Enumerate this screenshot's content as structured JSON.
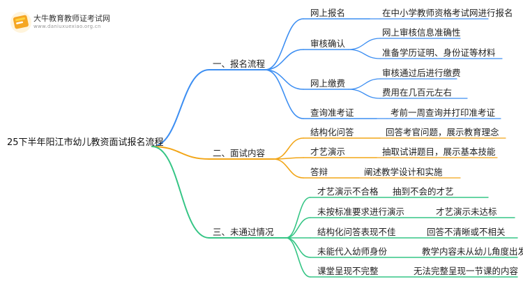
{
  "logo": {
    "title": "大牛教育教师证考试网",
    "url": "www.daniuxuexiao.org.cn"
  },
  "colors": {
    "blue": "#3c8ef2",
    "orange": "#f2a516",
    "green": "#35c585",
    "logo_orange": "#f5a623",
    "logo_yellow": "#ffd33d"
  },
  "mindmap": {
    "root": "25下半年阳江市幼儿教资面试报名流程",
    "branches": [
      {
        "label": "一、报名流程",
        "children": [
          {
            "label": "网上报名",
            "details": [
              "在中小学教师资格考试网进行报名"
            ]
          },
          {
            "label": "审核确认",
            "details": [
              "网上审核信息准确性",
              "准备学历证明、身份证等材料"
            ]
          },
          {
            "label": "网上缴费",
            "details": [
              "审核通过后进行缴费",
              "费用在几百元左右"
            ]
          },
          {
            "label": "查询准考证",
            "details": [
              "考前一周查询并打印准考证"
            ]
          }
        ]
      },
      {
        "label": "二、面试内容",
        "children": [
          {
            "label": "结构化问答",
            "details": [
              "回答考官问题，展示教育理念"
            ]
          },
          {
            "label": "才艺演示",
            "details": [
              "抽取试讲题目，展示基本技能"
            ]
          },
          {
            "label": "答辩",
            "details": [
              "阐述教学设计和实施"
            ]
          }
        ]
      },
      {
        "label": "三、未通过情况",
        "children": [
          {
            "label": "才艺演示不合格",
            "details": [
              "抽到不会的才艺"
            ]
          },
          {
            "label": "未按标准要求进行演示",
            "details": [
              "才艺演示未达标"
            ]
          },
          {
            "label": "结构化问答表现不佳",
            "details": [
              "回答不清晰或不相关"
            ]
          },
          {
            "label": "未能代入幼师身份",
            "details": [
              "教学内容未从幼儿角度出发"
            ]
          },
          {
            "label": "课堂呈现不完整",
            "details": [
              "无法完整呈现一节课的内容"
            ]
          }
        ]
      }
    ]
  }
}
